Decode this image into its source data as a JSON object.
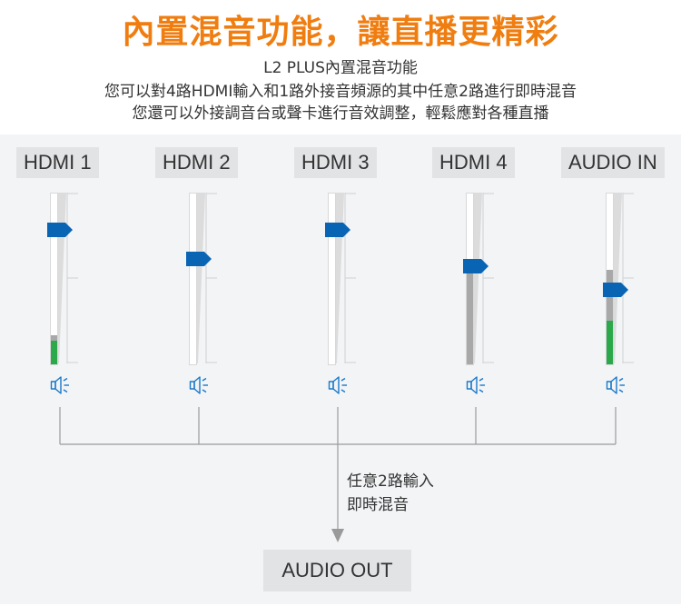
{
  "header": {
    "title": "內置混音功能，讓直播更精彩",
    "subtitle": "L2 PLUS內置混音功能",
    "desc_line1": "您可以對4路HDMI輸入和1路外接音頻源的其中任意2路進行即時混音",
    "desc_line2": "您還可以外接調音台或聲卡進行音效調整，輕鬆應對各種直播"
  },
  "channels": [
    {
      "label": "HDMI 1",
      "level": 0.78,
      "meter_gray": 0.17,
      "meter_green": 0.14
    },
    {
      "label": "HDMI 2",
      "level": 0.61,
      "meter_gray": 0,
      "meter_green": 0
    },
    {
      "label": "HDMI 3",
      "level": 0.78,
      "meter_gray": 0,
      "meter_green": 0
    },
    {
      "label": "HDMI 4",
      "level": 0.57,
      "meter_gray": 0.56,
      "meter_green": 0
    },
    {
      "label": "AUDIO IN",
      "level": 0.43,
      "meter_gray": 0.56,
      "meter_green": 0.26
    }
  ],
  "mix_note": {
    "line1": "任意2路輸入",
    "line2": "即時混音"
  },
  "output": {
    "label": "AUDIO OUT"
  },
  "colors": {
    "title": "#f07d10",
    "knob": "#0a64b4",
    "meter_green": "#2aa84a",
    "meter_gray": "#a8a8a8",
    "speaker": "#1a78c8",
    "wire": "#9a9a9a",
    "label_bg": "#e1e3e5"
  },
  "icons": {
    "fader_knob": "arrow-right-icon",
    "channel_audio": "speaker-icon",
    "signal_out": "arrow-down-icon"
  }
}
